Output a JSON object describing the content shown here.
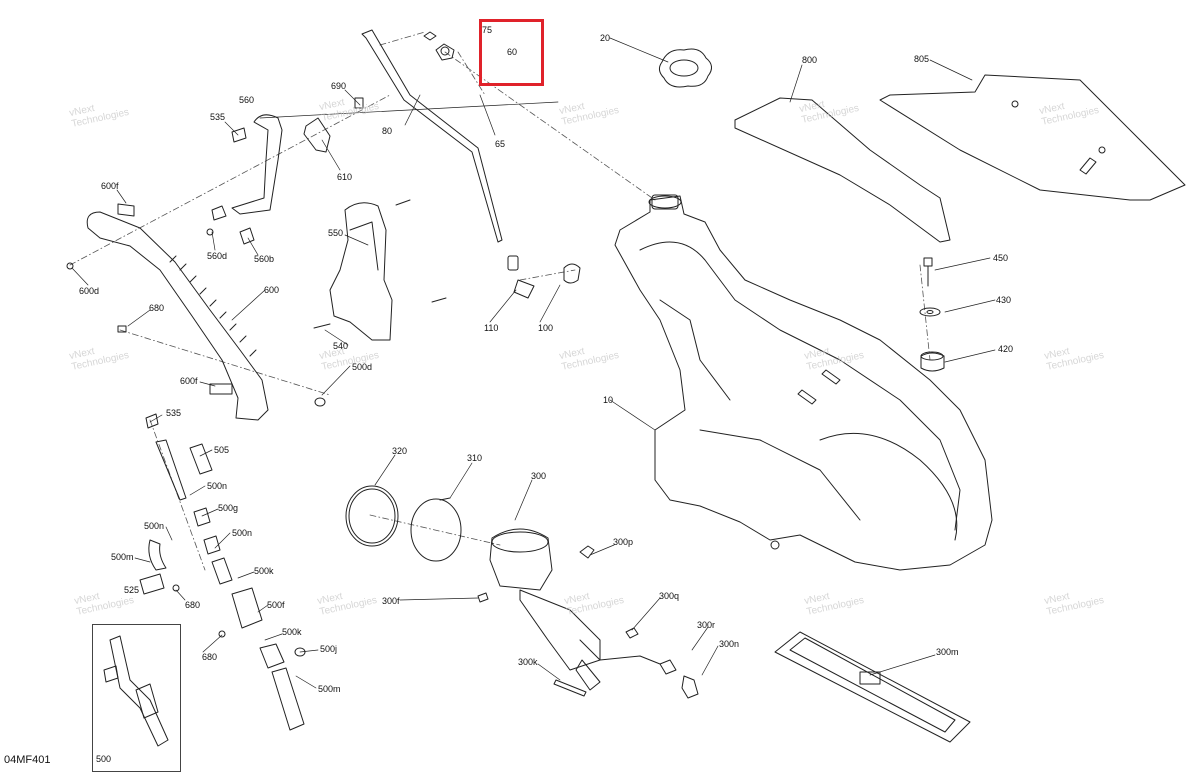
{
  "diagram": {
    "code": "04MF401",
    "watermark_text": "vNext\nTechnologies",
    "highlight_color": "#e0222a",
    "callouts": [
      "75",
      "60",
      "20",
      "800",
      "805",
      "690",
      "560",
      "535",
      "80",
      "65",
      "610",
      "600f",
      "550",
      "560d",
      "560b",
      "600d",
      "600",
      "680",
      "110",
      "100",
      "450",
      "430",
      "420",
      "540",
      "500d",
      "600f",
      "10",
      "535",
      "505",
      "500n",
      "500g",
      "500n",
      "320",
      "310",
      "300",
      "500n",
      "500m",
      "300p",
      "500k",
      "500f",
      "525",
      "680",
      "300f",
      "300q",
      "500k",
      "300r",
      "680",
      "500j",
      "300n",
      "300m",
      "300k",
      "500m",
      "500"
    ]
  }
}
